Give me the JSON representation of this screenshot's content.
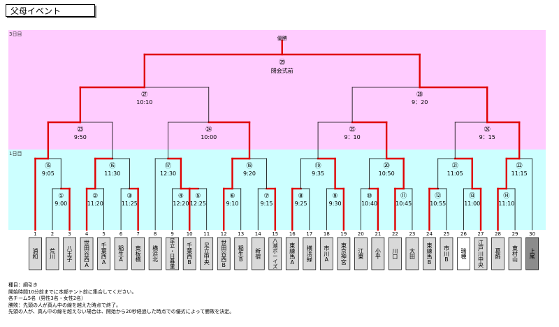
{
  "page_title": "父母イベント",
  "day_labels": {
    "day3": "3日目",
    "day1": "1日目"
  },
  "final": {
    "label": "優勝",
    "match_no": "㉙",
    "time": "閉会式前"
  },
  "matches": [
    {
      "no": "①",
      "time": "9:00"
    },
    {
      "no": "②",
      "time": "11:20"
    },
    {
      "no": "③",
      "time": "11:25"
    },
    {
      "no": "④",
      "time": "12:20"
    },
    {
      "no": "⑤",
      "time": "12:25"
    },
    {
      "no": "⑥",
      "time": "9:10"
    },
    {
      "no": "⑦",
      "time": "9:15"
    },
    {
      "no": "⑧",
      "time": "9:25"
    },
    {
      "no": "⑨",
      "time": "9:30"
    },
    {
      "no": "⑩",
      "time": "10:40"
    },
    {
      "no": "⑪",
      "time": "10:45"
    },
    {
      "no": "⑫",
      "time": "10:55"
    },
    {
      "no": "⑬",
      "time": "11:00"
    },
    {
      "no": "⑭",
      "time": "11:10"
    },
    {
      "no": "⑮",
      "time": "9:05"
    },
    {
      "no": "⑯",
      "time": "11:30"
    },
    {
      "no": "⑰",
      "time": "12:30"
    },
    {
      "no": "⑱",
      "time": "9:20"
    },
    {
      "no": "⑲",
      "time": "9:35"
    },
    {
      "no": "⑳",
      "time": "10:50"
    },
    {
      "no": "㉑",
      "time": "11:05"
    },
    {
      "no": "㉒",
      "time": "11:15"
    },
    {
      "no": "㉓",
      "time": "9:50"
    },
    {
      "no": "㉔",
      "time": "10:00"
    },
    {
      "no": "㉕",
      "time": "9：10"
    },
    {
      "no": "㉖",
      "time": "9：15"
    },
    {
      "no": "㉗",
      "time": "10:10"
    },
    {
      "no": "㉘",
      "time": "9：20"
    }
  ],
  "teams": [
    {
      "seed": "1",
      "name": "浦和",
      "highlight": "none"
    },
    {
      "seed": "2",
      "name": "荒川",
      "highlight": "none"
    },
    {
      "seed": "3",
      "name": "八王子",
      "highlight": "none"
    },
    {
      "seed": "4",
      "name": "世田谷西A",
      "highlight": "none"
    },
    {
      "seed": "5",
      "name": "千葉西A",
      "highlight": "none"
    },
    {
      "seed": "6",
      "name": "稲生A",
      "highlight": "none"
    },
    {
      "seed": "7",
      "name": "東板橋",
      "highlight": "none"
    },
    {
      "seed": "8",
      "name": "横浜北",
      "highlight": "none"
    },
    {
      "seed": "9",
      "name": "足立・日暮里",
      "highlight": "none"
    },
    {
      "seed": "10",
      "name": "千葉西B",
      "highlight": "none"
    },
    {
      "seed": "11",
      "name": "足立中央",
      "highlight": "none"
    },
    {
      "seed": "12",
      "name": "世田谷西B",
      "highlight": "none"
    },
    {
      "seed": "13",
      "name": "稲生B",
      "highlight": "none"
    },
    {
      "seed": "14",
      "name": "新宿",
      "highlight": "none"
    },
    {
      "seed": "15",
      "name": "八潮ボーイズ",
      "highlight": "none"
    },
    {
      "seed": "16",
      "name": "東練馬A",
      "highlight": "none"
    },
    {
      "seed": "17",
      "name": "横浜緑",
      "highlight": "none"
    },
    {
      "seed": "18",
      "name": "市川A",
      "highlight": "none"
    },
    {
      "seed": "19",
      "name": "東京神宮",
      "highlight": "none"
    },
    {
      "seed": "20",
      "name": "江東",
      "highlight": "none"
    },
    {
      "seed": "21",
      "name": "小平",
      "highlight": "none"
    },
    {
      "seed": "22",
      "name": "川口",
      "highlight": "none"
    },
    {
      "seed": "23",
      "name": "大田",
      "highlight": "none"
    },
    {
      "seed": "24",
      "name": "東練馬B",
      "highlight": "none"
    },
    {
      "seed": "25",
      "name": "市川B",
      "highlight": "none"
    },
    {
      "seed": "26",
      "name": "瑞穂",
      "highlight": "white"
    },
    {
      "seed": "27",
      "name": "江戸川中央",
      "highlight": "none"
    },
    {
      "seed": "28",
      "name": "葛飾",
      "highlight": "none"
    },
    {
      "seed": "29",
      "name": "東村山",
      "highlight": "none"
    },
    {
      "seed": "30",
      "name": "上尾",
      "highlight": "dark"
    }
  ],
  "notes": [
    "種目：綱引き",
    "開始時間10分前までに本部テント前に集合してください。",
    "各チーム5名（男性3名・女性2名）",
    "勝敗：先頭の人が真ん中の線を越えた時点で終了。",
    "先頭の人が、真ん中の線を越えない場合は、開始から20秒経過した時点での優劣によって勝敗を決定。"
  ],
  "colors": {
    "win_line": "#e00000",
    "line": "#000000",
    "day3_band": "#ffccff",
    "day1_band": "#ccffff",
    "team_box": "#d9d9d9",
    "team_box_dark": "#8c8c8c",
    "team_box_white": "#ffffff"
  }
}
